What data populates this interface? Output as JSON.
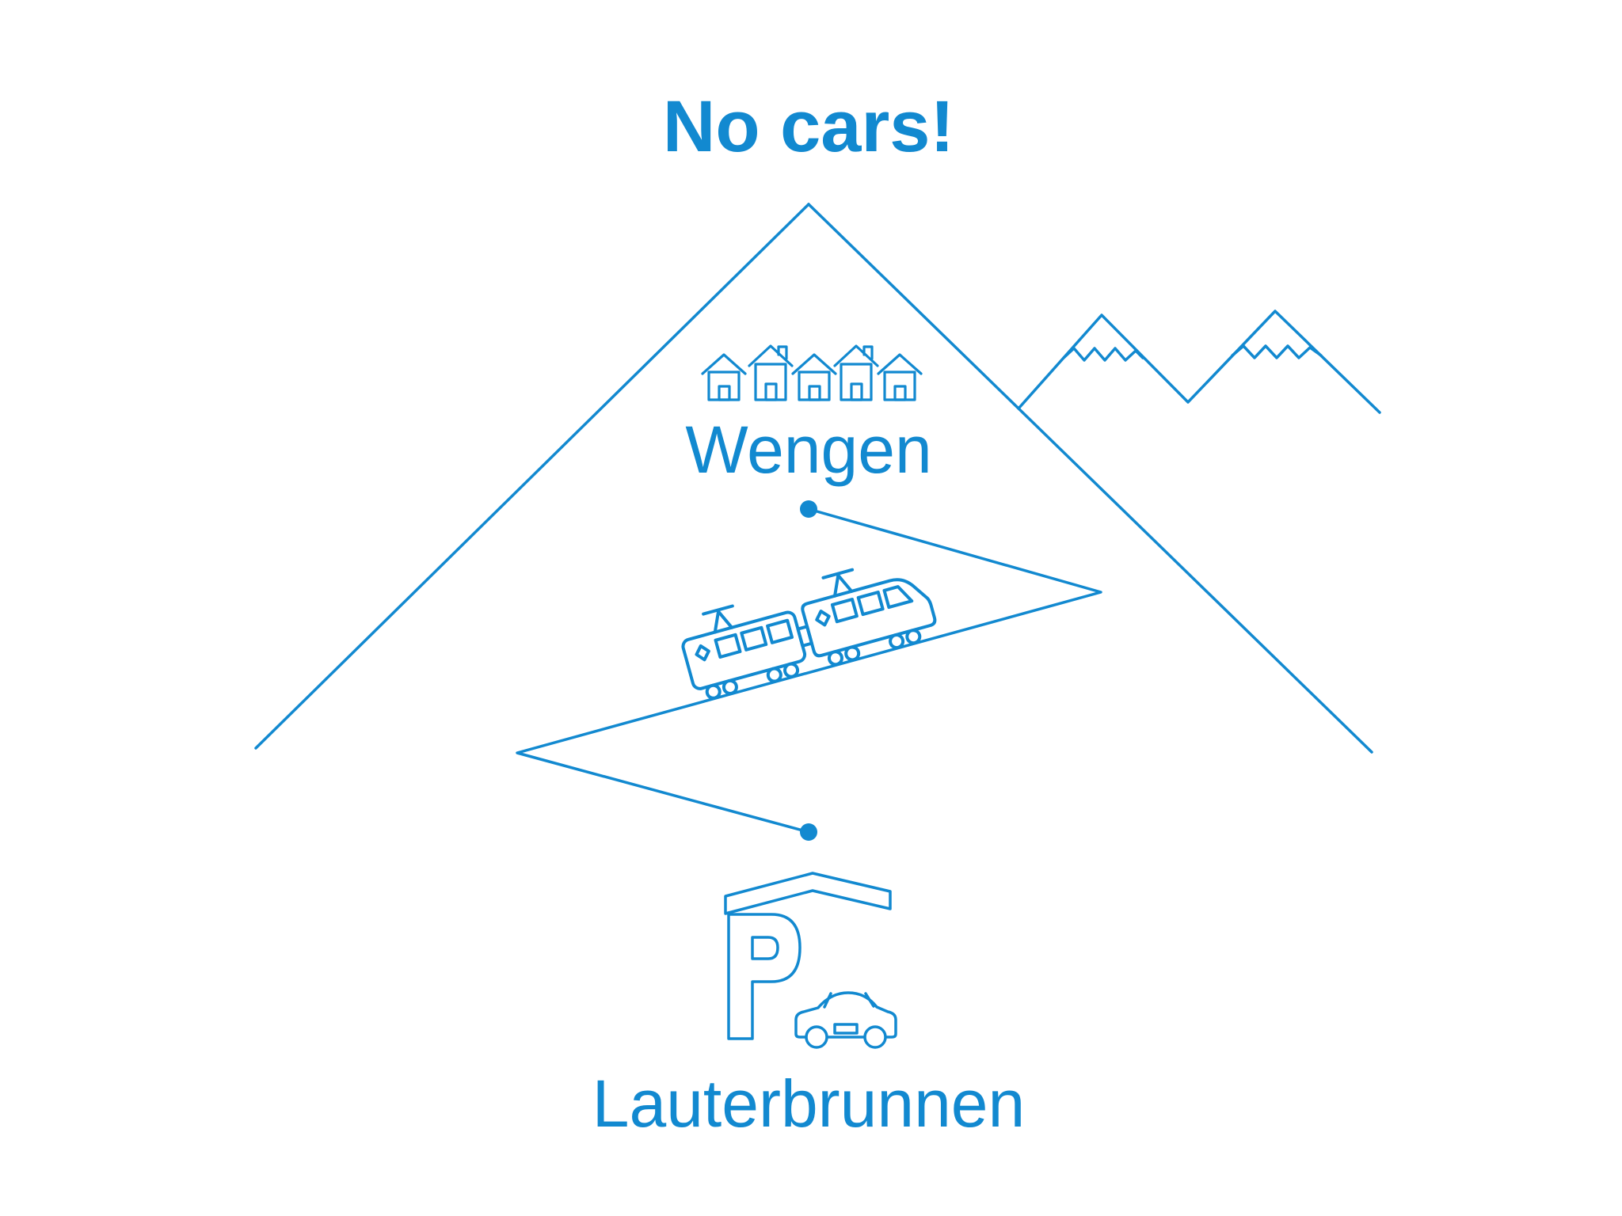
{
  "title": "No cars!",
  "colors": {
    "accent": "#1289d0",
    "background": "#ffffff"
  },
  "labels": {
    "upper_village": "Wengen",
    "lower_village": "Lauterbrunnen",
    "parking_letter": "P"
  },
  "icons": {
    "big_mountain": "mountain-outline-icon",
    "snow_peaks": "snowcapped-peaks-icon",
    "village": "house-icons",
    "railway": "zigzag-railway-line",
    "train": "cogwheel-train-icon",
    "station_markers": "station-dot",
    "parking": "covered-parking-icon",
    "car": "car-icon"
  }
}
